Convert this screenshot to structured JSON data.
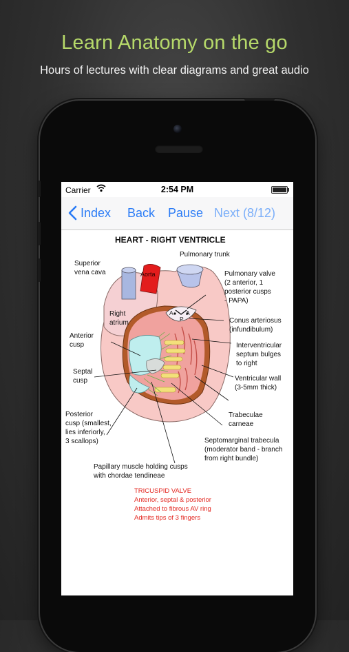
{
  "headline": "Learn Anatomy on the go",
  "subline": "Hours of lectures with clear diagrams and great audio",
  "status": {
    "carrier": "Carrier",
    "time": "2:54 PM"
  },
  "nav": {
    "index": "Index",
    "back": "Back",
    "pause": "Pause",
    "next": "Next (8/12)"
  },
  "colors": {
    "headline": "#b6d96a",
    "ios_blue": "#2b7cf6",
    "red_note": "#e3261f"
  },
  "diagram": {
    "title": "HEART - RIGHT VENTRICLE",
    "labels": {
      "svc": [
        "Superior",
        "vena cava"
      ],
      "aorta": "Aorta",
      "pulmonary_trunk": "Pulmonary trunk",
      "pulmonary_valve": [
        "Pulmonary valve",
        "(2 anterior, 1",
        "posterior cusps",
        "- PAPA)"
      ],
      "right_atrium": [
        "Right",
        "atrium"
      ],
      "anterior_cusp": [
        "Anterior",
        "cusp"
      ],
      "septal_cusp": [
        "Septal",
        "cusp"
      ],
      "posterior_cusp": [
        "Posterior",
        "cusp (smallest,",
        "lies inferiorly,",
        "3 scallops)"
      ],
      "conus": [
        "Conus arteriosus",
        "(infundibulum)"
      ],
      "septum": [
        "Interventricular",
        "septum bulges",
        "to right"
      ],
      "ventricular_wall": [
        "Ventricular wall",
        "(3-5mm thick)"
      ],
      "trabeculae": [
        "Trabeculae",
        "carneae"
      ],
      "septomarginal": [
        "Septomarginal trabecula",
        "(moderator band - branch",
        "from right bundle)"
      ],
      "papillary": [
        "Papillary muscle holding cusps",
        "with chordae tendineae"
      ],
      "cusp_letters": [
        "A",
        "A",
        "P"
      ]
    },
    "notes": [
      "TRICUSPID VALVE",
      "Anterior, septal & posterior",
      "Attached to fibrous AV ring",
      "Admits tips of 3 fingers"
    ]
  }
}
